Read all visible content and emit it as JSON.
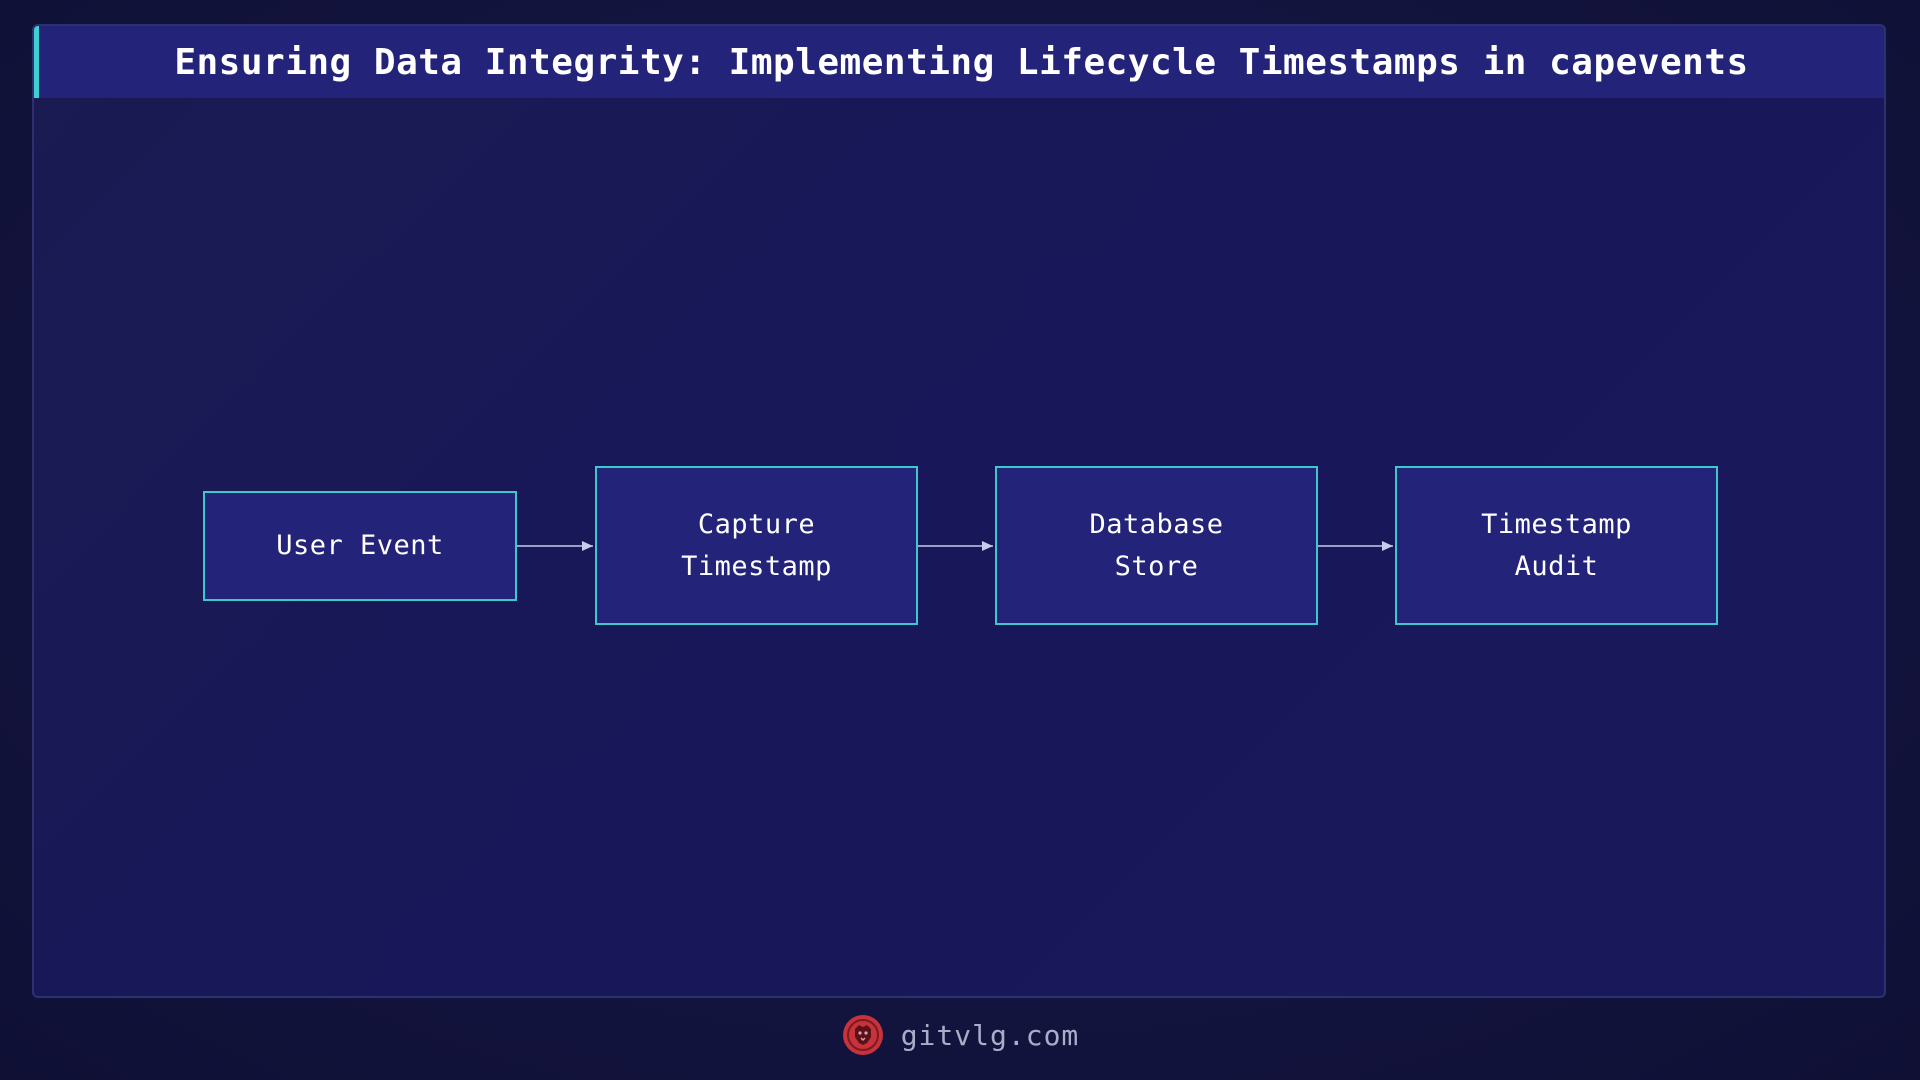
{
  "title": "Ensuring Data Integrity: Implementing Lifecycle Timestamps in capevents",
  "diagram": {
    "nodes": [
      {
        "id": "user-event",
        "label": "User Event"
      },
      {
        "id": "capture-timestamp",
        "label": "Capture\nTimestamp"
      },
      {
        "id": "database-store",
        "label": "Database\nStore"
      },
      {
        "id": "timestamp-audit",
        "label": "Timestamp\nAudit"
      }
    ],
    "edges": [
      {
        "from": "user-event",
        "to": "capture-timestamp"
      },
      {
        "from": "capture-timestamp",
        "to": "database-store"
      },
      {
        "from": "database-store",
        "to": "timestamp-audit"
      }
    ]
  },
  "footer": {
    "site": "gitvlg.com",
    "logo_icon": "lion-logo-icon"
  },
  "colors": {
    "background": "#13143f",
    "panel": "#1b1b52",
    "title_bar": "#23237a",
    "accent": "#3fd0d4",
    "node_fill": "#23237a",
    "node_border": "#3fc8cc",
    "logo": "#c8323a"
  }
}
